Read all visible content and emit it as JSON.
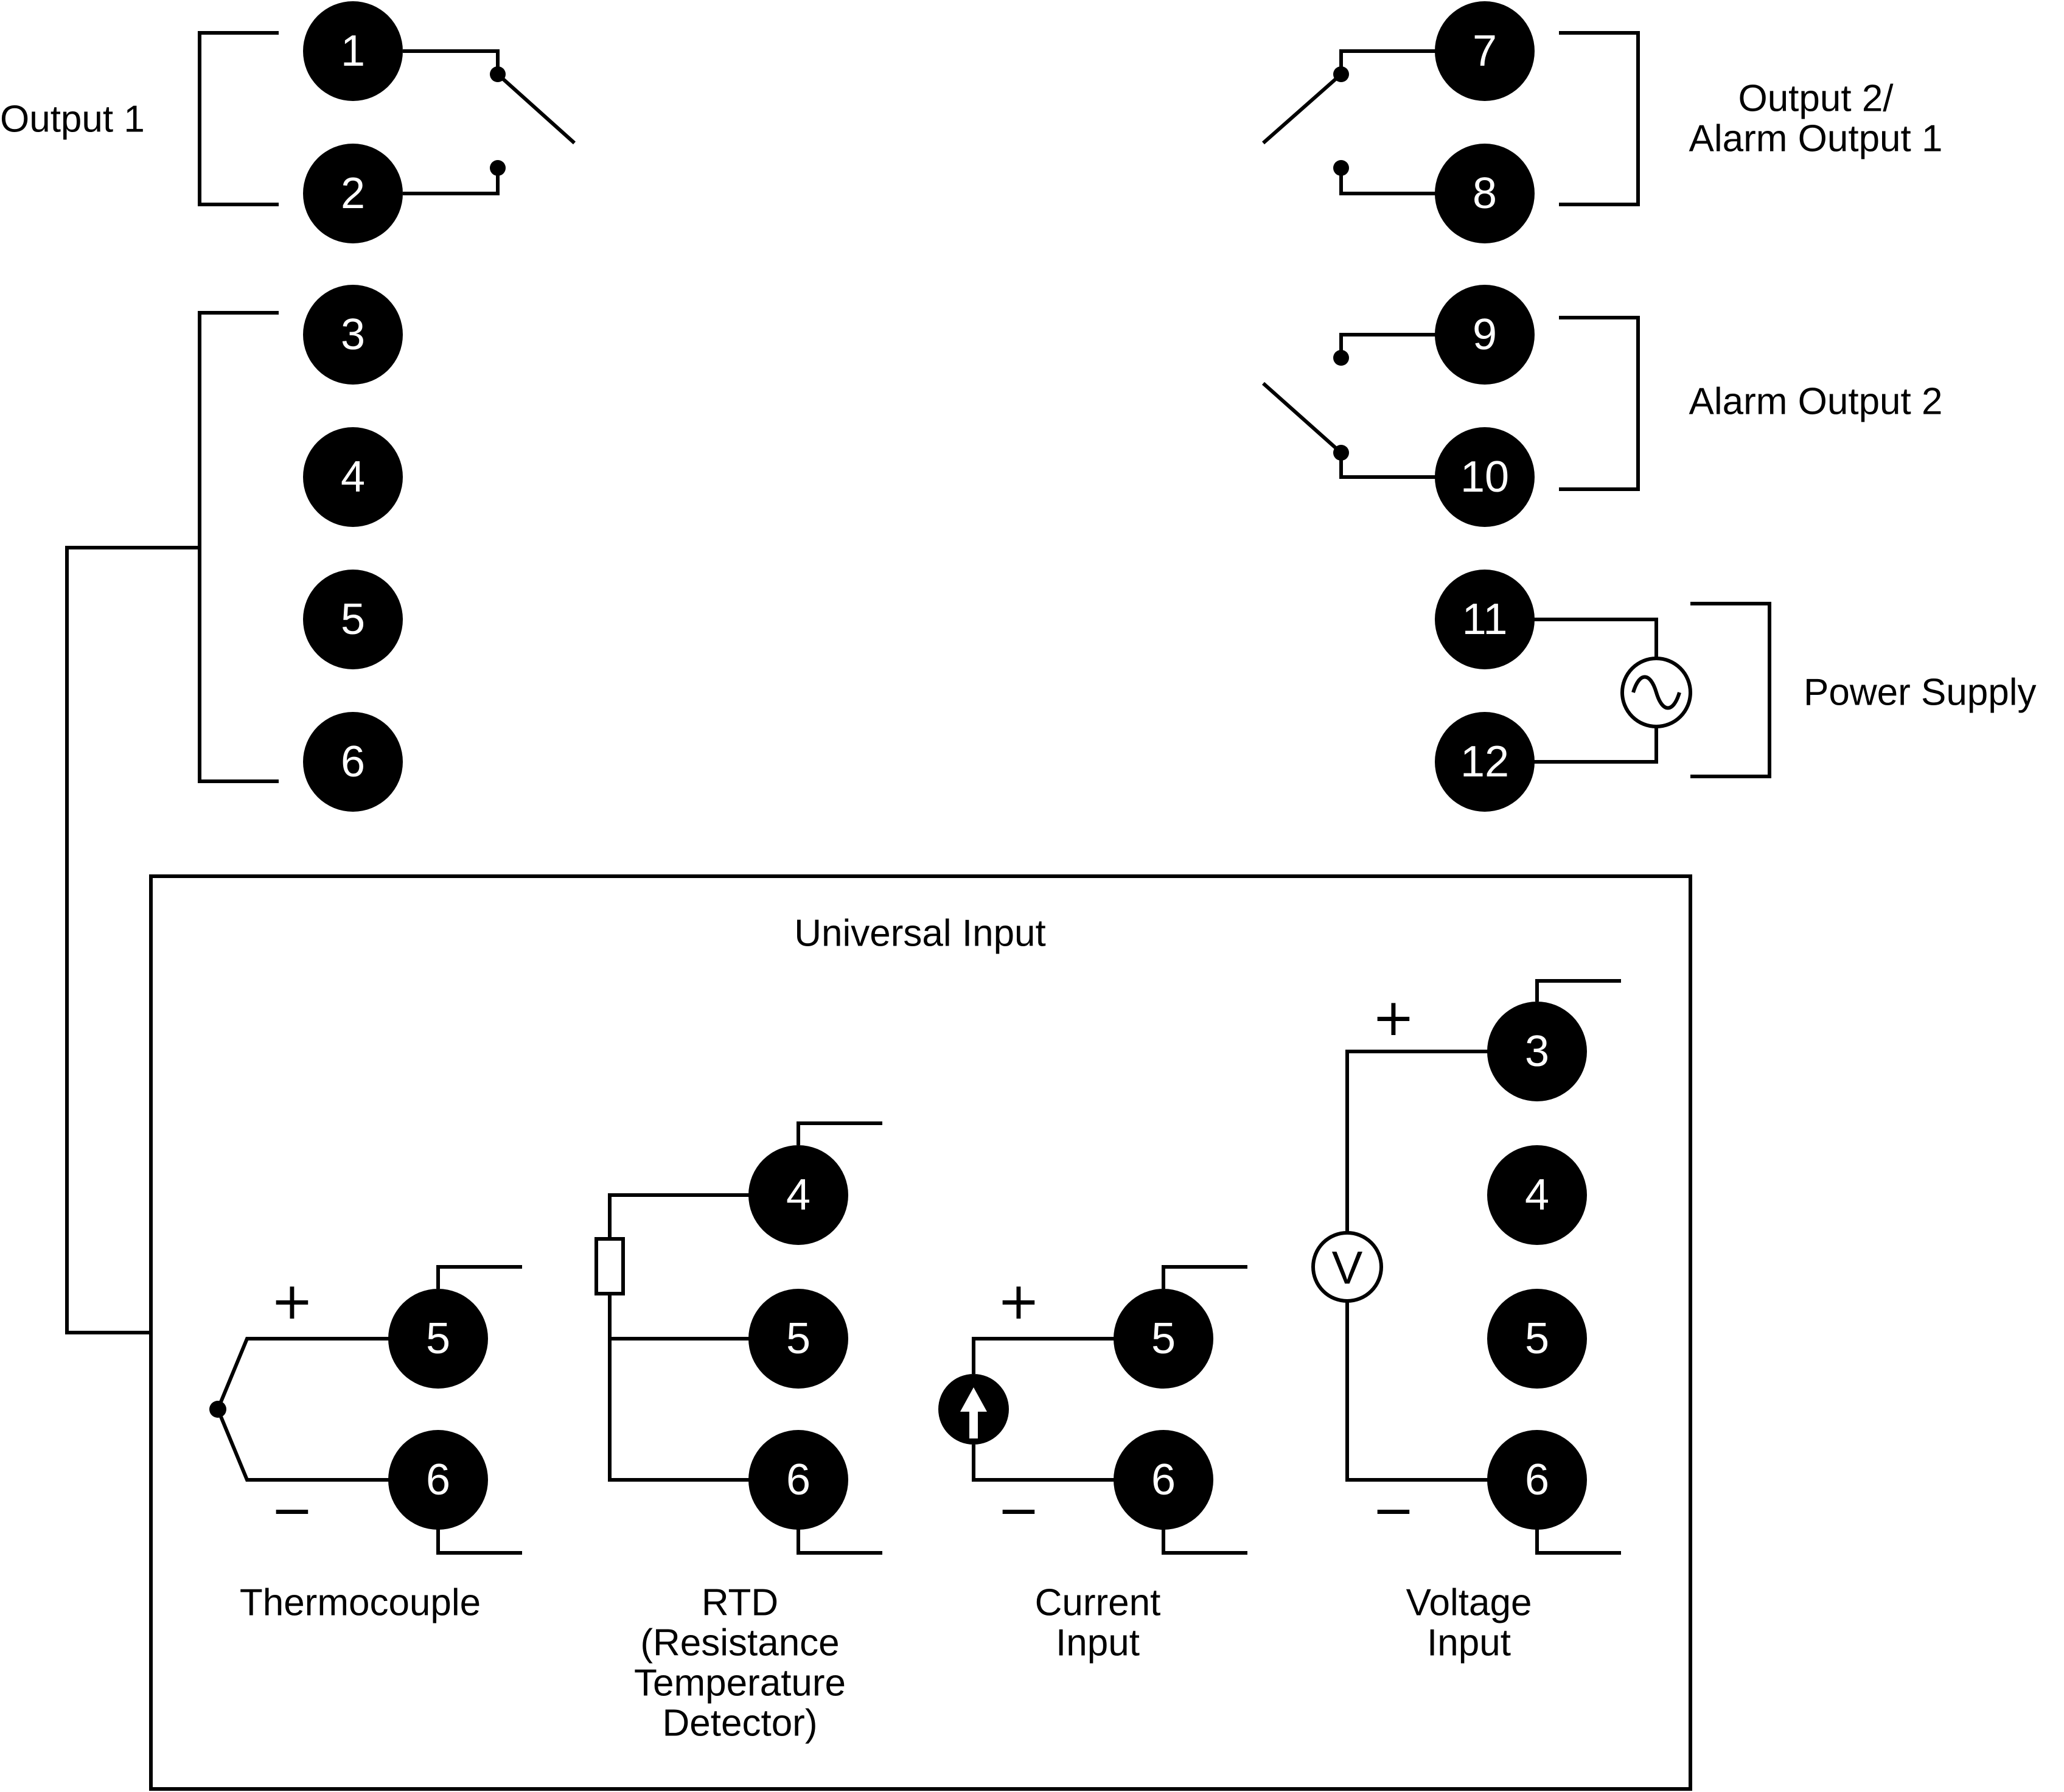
{
  "terminals": {
    "t1": "1",
    "t2": "2",
    "t3": "3",
    "t4": "4",
    "t5": "5",
    "t6": "6",
    "t7": "7",
    "t8": "8",
    "t9": "9",
    "t10": "10",
    "t11": "11",
    "t12": "12"
  },
  "labels": {
    "output1": "Output 1",
    "output2_line1": "Output 2/",
    "output2_line2": "Alarm Output 1",
    "alarm2": "Alarm Output 2",
    "power": "Power Supply",
    "universal_input": "Universal Input"
  },
  "inputs": {
    "thermocouple": {
      "title": "Thermocouple",
      "plus": "+",
      "minus": "−",
      "t_a": "5",
      "t_b": "6"
    },
    "rtd": {
      "line1": "RTD",
      "line2": "(Resistance",
      "line3": "Temperature",
      "line4": "Detector)",
      "t_a": "4",
      "t_b": "5",
      "t_c": "6"
    },
    "current": {
      "line1": "Current",
      "line2": "Input",
      "plus": "+",
      "minus": "−",
      "t_a": "5",
      "t_b": "6"
    },
    "voltage": {
      "line1": "Voltage",
      "line2": "Input",
      "plus": "+",
      "minus": "−",
      "meter": "V",
      "t_a": "3",
      "t_b": "4",
      "t_c": "5",
      "t_d": "6"
    }
  }
}
